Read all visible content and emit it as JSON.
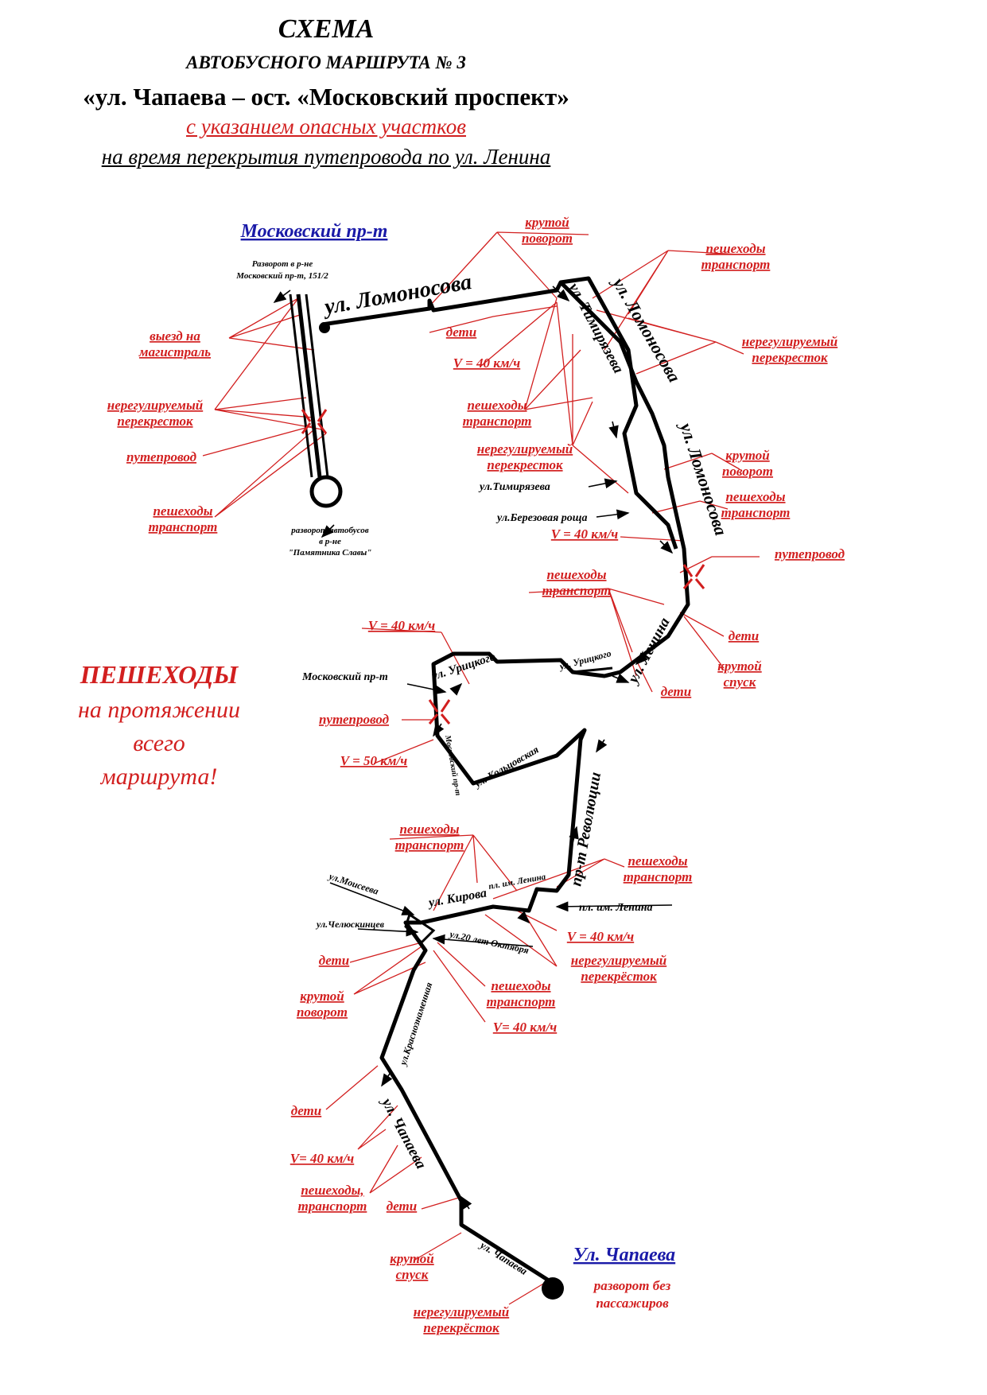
{
  "header": {
    "line1": "СХЕМА",
    "line2": "АВТОБУСНОГО МАРШРУТА № 3",
    "line3": "«ул. Чапаева – ост. «Московский проспект»",
    "line4": "с указанием опасных участков",
    "line5": "на время перекрытия путепровода по ул. Ленина"
  },
  "note": {
    "line1": "ПЕШЕХОДЫ",
    "line2": "на протяжении",
    "line3": "всего",
    "line4": "маршрута!"
  },
  "colors": {
    "route": "#000000",
    "hazard": "#d21f1f",
    "terminal": "#1a1aa8"
  },
  "terminals": {
    "north": "Московский пр-т",
    "south": "Ул. Чапаева"
  },
  "streets": {
    "lomonosova": "ул. Ломоносова",
    "lomonosova2": "ул. Ломоносова",
    "lomonosova3": "ул. Ломоносова",
    "timiryazeva": "ул. Тимирязева",
    "timiryazeva2": "ул.Тимирязева",
    "berezovaya": "ул.Березовая роща",
    "lenina": "ул. Ленина",
    "uritskogo": "ул. Урицкого",
    "uritskogo2": "ул. Урицкого",
    "moskovsky": "Московский пр-т",
    "moskovsky_vert": "Московский пр-т",
    "koltsovskaya": "ул. Кольцовская",
    "pr_revolyutsii": "пр-т Революции",
    "kirova": "ул. Кирова",
    "pl_lenina": "пл. им. Ленина",
    "pl_lenina2": "пл. им. Ленина",
    "moiseeva": "ул.Моисеева",
    "chelyuskintsev": "ул.Челюскинцев",
    "oktyabrya": "ул.20 лет Октября",
    "krasnoznamennaya": "ул.Краснознаменная",
    "chapaeva": "ул. Чапаева",
    "chapaeva2": "ул. Чапаева"
  },
  "small_notes": {
    "razvorot_top": [
      "Разворот в р-не",
      "Московский пр-т, 151/2"
    ],
    "razvorot_bottom": [
      "разворот автобусов",
      "в р-не",
      "\"Памятника Славы\""
    ],
    "razvorot_chapaeva": [
      "разворот без",
      "пассажиров"
    ]
  },
  "hazards": {
    "krutoy_povorot_1": [
      "крутой",
      "поворот"
    ],
    "peshehody_transport_1": [
      "пешеходы",
      "транспорт"
    ],
    "vyezd": [
      "выезд на",
      "магистраль"
    ],
    "neregul_1": [
      "нерегулируемый",
      "перекресток"
    ],
    "neregul_2": [
      "нерегулируемый",
      "перекресток"
    ],
    "puteprovod_1": "путепровод",
    "peshehody_transport_2": [
      "пешеходы",
      "транспорт"
    ],
    "deti_1": "дети",
    "v40_1": "V = 40 км/ч",
    "peshehody_transport_3": [
      "пешеходы",
      "транспорт"
    ],
    "neregul_3": [
      "нерегулируемый",
      "перекресток"
    ],
    "krutoy_povorot_2": [
      "крутой",
      "поворот"
    ],
    "peshehody_transport_4": [
      "пешеходы",
      "транспорт"
    ],
    "v40_2": "V = 40 км/ч",
    "puteprovod_2": "путепровод",
    "peshehody_transport_5": [
      "пешеходы",
      "транспорт"
    ],
    "deti_2": "дети",
    "krutoy_spusk_1": [
      "крутой",
      "спуск"
    ],
    "deti_3": "дети",
    "v40_3": "V = 40 км/ч",
    "puteprovod_3": "путепровод",
    "v50": "V = 50 км/ч",
    "peshehody_transport_6": [
      "пешеходы",
      "транспорт"
    ],
    "peshehody_transport_7": [
      "пешеходы",
      "транспорт"
    ],
    "v40_4": "V = 40 км/ч",
    "neregul_4": [
      "нерегулируемый",
      "перекрёсток"
    ],
    "deti_4": "дети",
    "krutoy_povorot_3": [
      "крутой",
      "поворот"
    ],
    "peshehody_transport_8": [
      "пешеходы",
      "транспорт"
    ],
    "v40_5": "V= 40 км/ч",
    "deti_5": "дети",
    "v40_6": "V= 40 км/ч",
    "peshehody_transport_9": [
      "пешеходы,",
      "транспорт"
    ],
    "deti_6": "дети",
    "krutoy_spusk_2": [
      "крутой",
      "спуск"
    ],
    "neregul_5": [
      "нерегулируемый",
      "перекрёсток"
    ]
  }
}
